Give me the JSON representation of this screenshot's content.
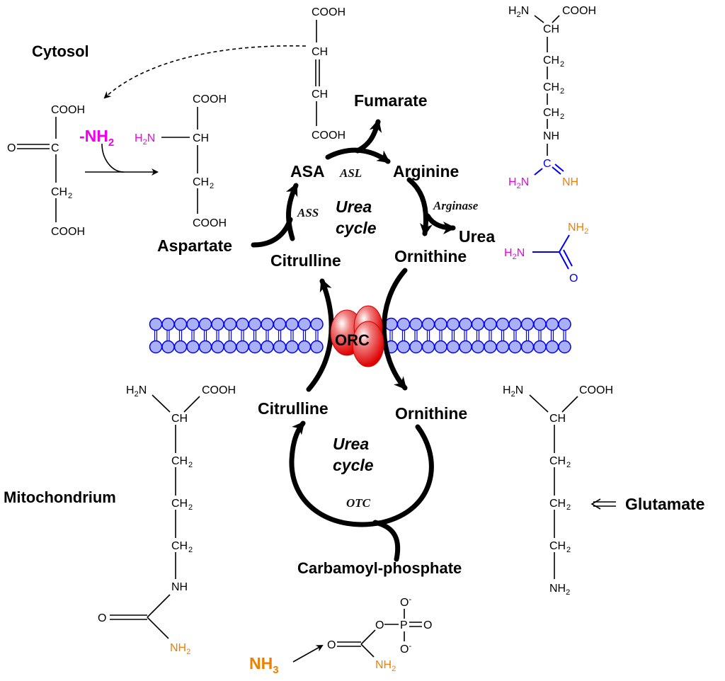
{
  "compartments": {
    "cytosol": "Cytosol",
    "mitochondrium": "Mitochondrium"
  },
  "colors": {
    "amino_group": "#ee00ee",
    "ammonia_derived": "#ee8000",
    "guanidino_urea_core": "#0000ee",
    "membrane_head": "#aab0f5",
    "membrane_outline": "#0000ee",
    "orc_protein": "#e01010"
  },
  "cytosol_cycle": {
    "center_label_line1": "Urea",
    "center_label_line2": "cycle",
    "metabolites": {
      "asa": "ASA",
      "arginine": "Arginine",
      "ornithine": "Ornithine",
      "citrulline": "Citrulline",
      "aspartate": "Aspartate",
      "fumarate": "Fumarate",
      "urea": "Urea"
    },
    "enzymes": {
      "asl": "ASL",
      "ass": "ASS",
      "arginase": "Arginase"
    }
  },
  "mito_cycle": {
    "center_label_line1": "Urea",
    "center_label_line2": "cycle",
    "metabolites": {
      "citrulline": "Citrulline",
      "ornithine": "Ornithine",
      "carbamoyl_phosphate": "Carbamoyl-phosphate",
      "glutamate": "Glutamate",
      "nh3": "NH",
      "nh3_sub": "3"
    },
    "enzymes": {
      "otc": "OTC"
    }
  },
  "transporter": {
    "label": "ORC"
  },
  "amination": {
    "nh2_label": "-NH",
    "nh2_sub": "2"
  },
  "structures": {
    "oxaloacetate": [
      "COOH",
      "O",
      "C",
      "CH",
      "2",
      "COOH"
    ],
    "aspartate": [
      "COOH",
      "H",
      "2",
      "N",
      "CH",
      "CH",
      "2",
      "COOH"
    ],
    "fumarate": [
      "COOH",
      "CH",
      "CH",
      "COOH"
    ],
    "arginine": [
      "H",
      "2",
      "N",
      "COOH",
      "CH",
      "CH",
      "2",
      "CH",
      "2",
      "CH",
      "2",
      "NH",
      "C",
      "H",
      "2",
      "N",
      "NH"
    ],
    "urea": [
      "NH",
      "2",
      "H",
      "2",
      "N",
      "O"
    ],
    "citrulline": [
      "H",
      "2",
      "N",
      "COOH",
      "CH",
      "CH",
      "2",
      "CH",
      "2",
      "CH",
      "2",
      "NH",
      "O",
      "NH",
      "2"
    ],
    "ornithine": [
      "H",
      "2",
      "N",
      "COOH",
      "CH",
      "CH",
      "2",
      "CH",
      "2",
      "CH",
      "2",
      "NH",
      "2"
    ],
    "carbamoyl_phosphate": [
      "O",
      "-",
      "O",
      "P",
      "O",
      "O",
      "-",
      "O",
      "NH",
      "2"
    ]
  }
}
